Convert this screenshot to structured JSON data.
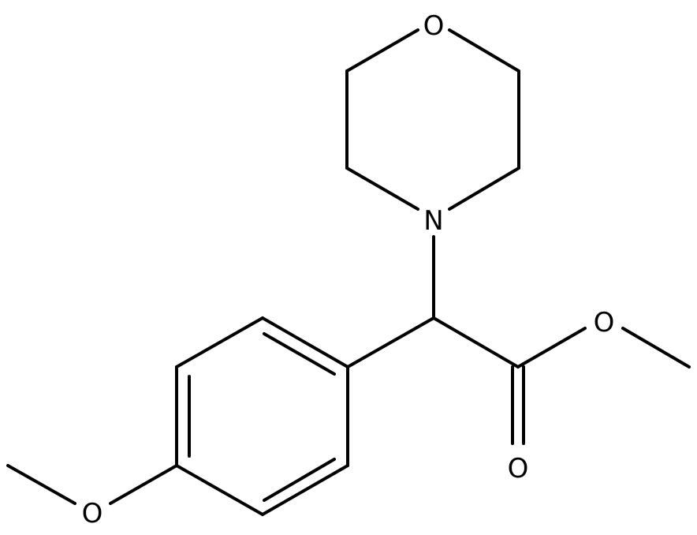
{
  "molecule": {
    "atoms": {
      "morpholine_oxygen": "O",
      "morpholine_nitrogen": "N",
      "ester_ether_oxygen": "O",
      "carbonyl_oxygen": "O",
      "methoxy_oxygen": "O"
    },
    "colors": {
      "bond": "#000000",
      "label": "#000000",
      "background": "#ffffff"
    }
  }
}
